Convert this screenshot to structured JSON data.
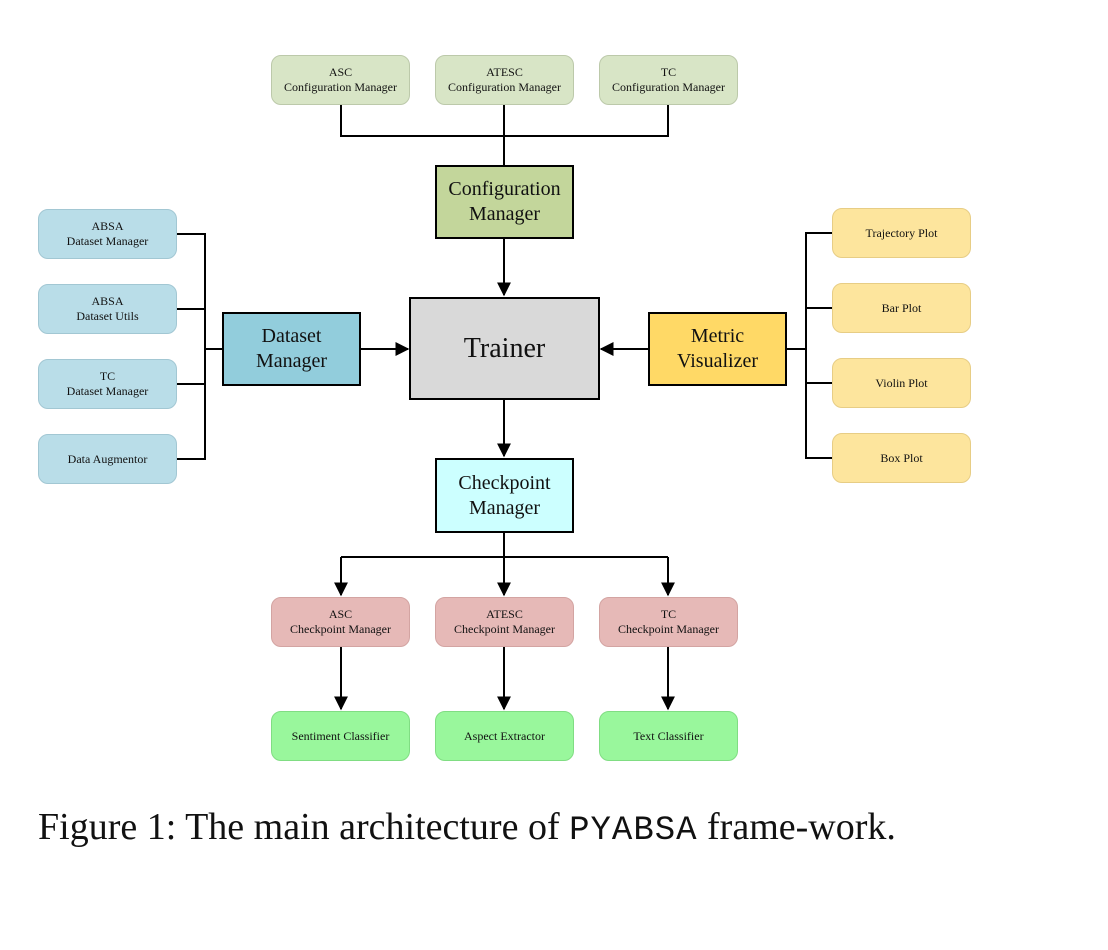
{
  "diagram": {
    "config_managers": [
      {
        "line1": "ASC",
        "line2": "Configuration Manager"
      },
      {
        "line1": "ATESC",
        "line2": "Configuration Manager"
      },
      {
        "line1": "TC",
        "line2": "Configuration Manager"
      }
    ],
    "configuration_manager": {
      "line1": "Configuration",
      "line2": "Manager"
    },
    "dataset_items": [
      {
        "line1": "ABSA",
        "line2": "Dataset Manager"
      },
      {
        "line1": "ABSA",
        "line2": "Dataset Utils"
      },
      {
        "line1": "TC",
        "line2": "Dataset Manager"
      },
      {
        "line1": "Data Augmentor",
        "line2": ""
      }
    ],
    "dataset_manager": {
      "line1": "Dataset",
      "line2": "Manager"
    },
    "trainer": {
      "label": "Trainer"
    },
    "metric_visualizer": {
      "line1": "Metric",
      "line2": "Visualizer"
    },
    "plots": [
      {
        "label": "Trajectory Plot"
      },
      {
        "label": "Bar Plot"
      },
      {
        "label": "Violin Plot"
      },
      {
        "label": "Box Plot"
      }
    ],
    "checkpoint_manager": {
      "line1": "Checkpoint",
      "line2": "Manager"
    },
    "checkpoint_managers": [
      {
        "line1": "ASC",
        "line2": "Checkpoint Manager"
      },
      {
        "line1": "ATESC",
        "line2": "Checkpoint Manager"
      },
      {
        "line1": "TC",
        "line2": "Checkpoint Manager"
      }
    ],
    "outputs": [
      {
        "label": "Sentiment Classifier"
      },
      {
        "label": "Aspect Extractor"
      },
      {
        "label": "Text Classifier"
      }
    ],
    "colors": {
      "configuration": "#c3d69b",
      "dataset": "#92cddc",
      "trainer": "#d9d9d9",
      "visualizer": "#ffd966",
      "checkpoint": "#ccffff"
    }
  },
  "caption": {
    "prefix": "Figure 1:  The main architecture of ",
    "framework": "PYABSA",
    "suffix": " frame-work."
  }
}
